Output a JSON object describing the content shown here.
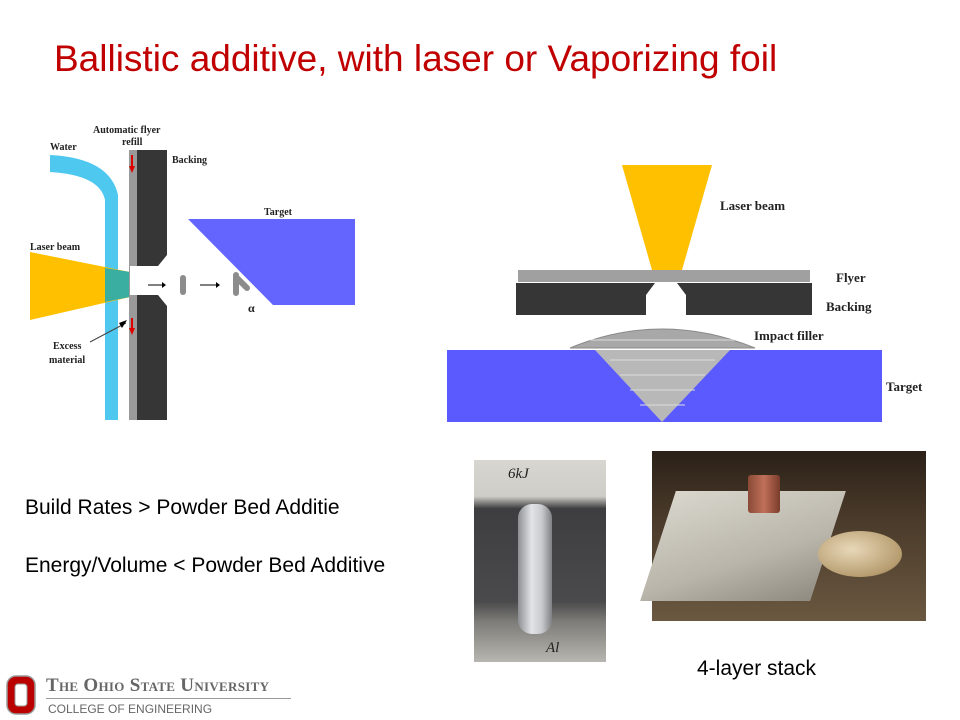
{
  "title": "Ballistic additive, with laser or Vaporizing foil",
  "diagram_left": {
    "labels": {
      "auto_flyer_1": "Automatic flyer",
      "auto_flyer_2": "refill",
      "water": "Water",
      "backing": "Backing",
      "target": "Target",
      "laser_beam": "Laser beam",
      "excess_1": "Excess",
      "excess_2": "material",
      "alpha": "α"
    },
    "colors": {
      "water": "#4fc8f0",
      "laser": "#ffc000",
      "backing": "#363636",
      "target": "#6464ff",
      "arrow": "#e00000"
    }
  },
  "diagram_right": {
    "labels": {
      "laser_beam": "Laser beam",
      "flyer": "Flyer",
      "backing": "Backing",
      "impact_filler": "Impact filler",
      "target": "Target"
    }
  },
  "bullets": [
    "Build Rates > Powder Bed Additie",
    "Energy/Volume < Powder Bed Additive"
  ],
  "photo_left": {
    "marking_top": "6kJ",
    "marking_bottom": "Al"
  },
  "photo_right_caption": "4-layer stack",
  "footer": {
    "university": "The Ohio State University",
    "college": "COLLEGE OF ENGINEERING"
  }
}
